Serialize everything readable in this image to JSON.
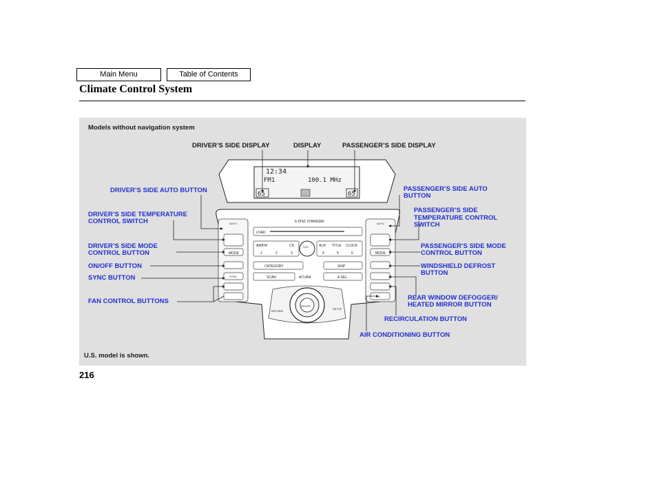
{
  "nav": {
    "main_menu": "Main Menu",
    "table_of_contents": "Table of Contents"
  },
  "page": {
    "title": "Climate Control System",
    "number": "216",
    "caption_top": "Models without navigation system",
    "caption_bottom": "U.S. model is shown."
  },
  "labels": {
    "drivers_side_display": "DRIVER’S SIDE DISPLAY",
    "display": "DISPLAY",
    "passengers_side_display": "PASSENGER’S SIDE DISPLAY",
    "drivers_auto": "DRIVER’S SIDE AUTO BUTTON",
    "drivers_temp_1": "DRIVER’S SIDE TEMPERATURE",
    "drivers_temp_2": "CONTROL SWITCH",
    "drivers_mode_1": "DRIVER’S SIDE MODE",
    "drivers_mode_2": "CONTROL BUTTON",
    "on_off": "ON/OFF BUTTON",
    "sync": "SYNC BUTTON",
    "fan": "FAN CONTROL BUTTONS",
    "pass_auto_1": "PASSENGER’S SIDE AUTO",
    "pass_auto_2": "BUTTON",
    "pass_temp_1": "PASSENGER’S SIDE",
    "pass_temp_2": "TEMPERATURE CONTROL",
    "pass_temp_3": "SWITCH",
    "pass_mode_1": "PASSENGER’S SIDE MODE",
    "pass_mode_2": "CONTROL BUTTON",
    "defrost_1": "WINDSHIELD DEFROST",
    "defrost_2": "BUTTON",
    "rear_1": "REAR WINDOW DEFOGGER/",
    "rear_2": "HEATED MIRROR BUTTON",
    "recirc": "RECIRCULATION BUTTON",
    "ac": "AIR CONDITIONING BUTTON"
  },
  "unit": {
    "clock": "12:34",
    "band": "FM1",
    "freq": "100.1 MHz",
    "drv_temp": "65",
    "pass_temp": "65",
    "changer": "6-DISC CHANGER",
    "load": "LOAD",
    "am_fm": "AM/FM",
    "cd": "CD",
    "aux": "AUX",
    "title_btn": "TITLE",
    "clock_btn": "CLOCK",
    "category": "CATEGORY",
    "skip": "SKIP",
    "scan": "SCAN",
    "asel": "A.SEL",
    "brand": "ACURA",
    "return": "RETURN",
    "setup": "SETUP",
    "vol": "VOL",
    "enter": "ENTER",
    "auto": "AUTO",
    "mode": "MODE",
    "sync": "SYNC",
    "ac": "A/C",
    "presets": [
      "1",
      "2",
      "3",
      "4",
      "5",
      "6"
    ]
  }
}
